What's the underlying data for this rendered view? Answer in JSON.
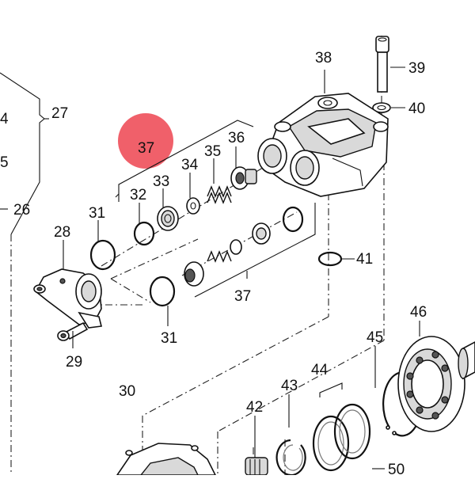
{
  "diagram": {
    "highlight": {
      "label": "37",
      "color": "#f0606a"
    },
    "labels": {
      "l4": "4",
      "l5": "5",
      "l26": "26",
      "l27": "27",
      "l28": "28",
      "l29": "29",
      "l30": "30",
      "l31a": "31",
      "l31b": "31",
      "l32": "32",
      "l33": "33",
      "l34": "34",
      "l35": "35",
      "l36": "36",
      "l37": "37",
      "l38": "38",
      "l39": "39",
      "l40": "40",
      "l41": "41",
      "l42": "42",
      "l43": "43",
      "l44": "44",
      "l45": "45",
      "l46": "46",
      "l50": "50"
    }
  }
}
